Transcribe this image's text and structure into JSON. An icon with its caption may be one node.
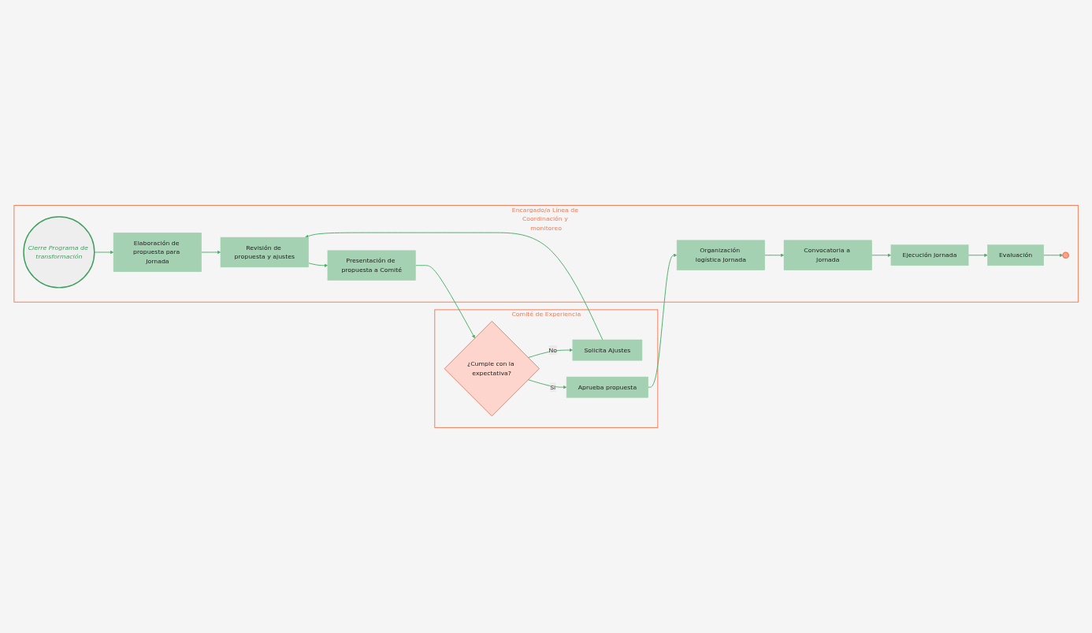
{
  "diagram": {
    "nodes": [
      {
        "text": [
          "Encargado/a Línea de Coordinación y monitoreo"
        ]
      },
      {
        "text": [
          "Cierre Programa de transformación"
        ],
        "in": 0
      },
      {
        "text": [
          "Elaboración de propuesta para Jornada"
        ],
        "in": 0
      },
      {
        "text": [
          "Revisión de propuesta y ajustes"
        ],
        "in": 0
      },
      {
        "text": [
          "Presentación de propuesta a Comité"
        ],
        "in": 0
      },
      {
        "text": [
          "Organización logística Jornada"
        ],
        "in": 0
      },
      {
        "text": [
          "Convocatoria a Jornada"
        ],
        "in": 0
      },
      {
        "text": [
          "Ejecución Jornada"
        ],
        "in": 0
      },
      {
        "text": [
          "Evaluación"
        ],
        "in": 0
      },
      {
        "text": [],
        "shape": "circle",
        "in": 0
      },
      {
        "text": [
          "Comité de Experiencia"
        ]
      },
      {
        "text": [
          "¿Cumple con la expectativa?"
        ],
        "in": 10
      },
      {
        "text": [
          "Solicita Ajustes"
        ],
        "in": 10
      },
      {
        "text": [
          "Aprueba propuesta"
        ],
        "in": 10
      }
    ],
    "edges": [
      {
        "from": 1,
        "to": 2,
        "arrow": "to"
      },
      {
        "from": 2,
        "to": 3,
        "arrow": "to"
      },
      {
        "from": 3,
        "to": 4,
        "arrow": "to"
      },
      {
        "from": 4,
        "to": 11,
        "arrow": "to"
      },
      {
        "from": 11,
        "to": 12,
        "arrow": "to",
        "label": "No"
      },
      {
        "from": 11,
        "to": 13,
        "arrow": "to",
        "label": "Si"
      },
      {
        "from": 12,
        "to": 3,
        "arrow": "to"
      },
      {
        "from": 13,
        "to": 5,
        "arrow": "to"
      },
      {
        "from": 5,
        "to": 6,
        "arrow": "to"
      },
      {
        "from": 6,
        "to": 7,
        "arrow": "to"
      },
      {
        "from": 7,
        "to": 8,
        "arrow": "to"
      },
      {
        "from": 8,
        "to": 9,
        "arrow": "to"
      }
    ]
  }
}
